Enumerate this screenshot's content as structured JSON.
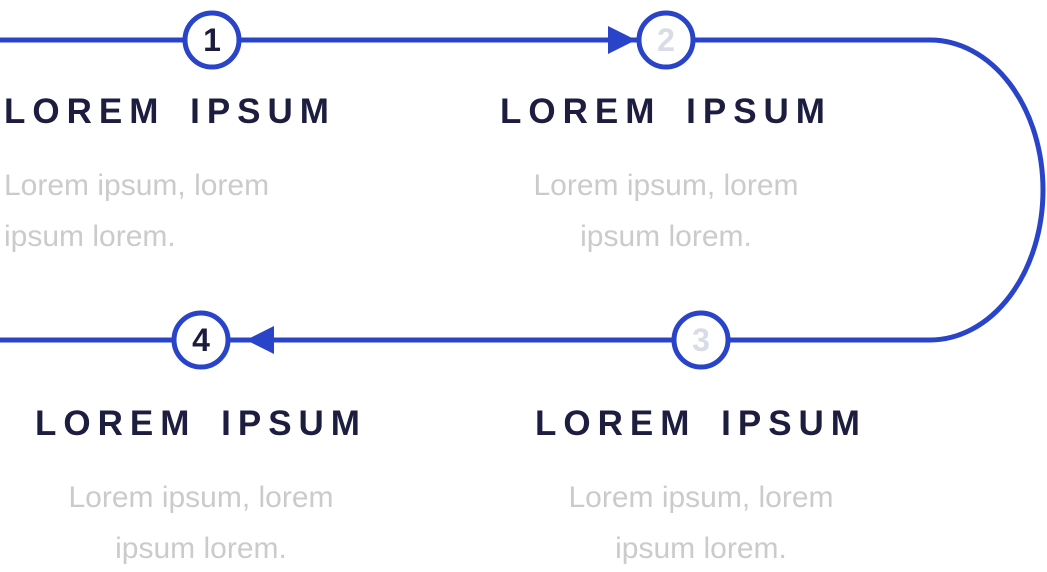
{
  "figure": {
    "type": "process-flow-timeline",
    "shape": "snake-with-right-u-turn",
    "colors": {
      "line": "#2944c9",
      "circle_border": "#2944c9",
      "circle_fill": "#ffffff",
      "heading_text": "#1d1d3f",
      "body_text": "#cbcbcb",
      "number_dark": "#1c1c3e",
      "number_faint": "#d9dce6"
    }
  },
  "steps": [
    {
      "number": "1",
      "number_tone": "dark",
      "title": "LOREM IPSUM",
      "body": [
        "Lorem ipsum, lorem",
        "ipsum lorem."
      ]
    },
    {
      "number": "2",
      "number_tone": "faint",
      "title": "LOREM IPSUM",
      "body": [
        "Lorem ipsum, lorem",
        "ipsum lorem."
      ]
    },
    {
      "number": "3",
      "number_tone": "faint",
      "title": "LOREM IPSUM",
      "body": [
        "Lorem ipsum, lorem",
        "ipsum lorem."
      ]
    },
    {
      "number": "4",
      "number_tone": "dark",
      "title": "LOREM IPSUM",
      "body": [
        "Lorem ipsum, lorem",
        "ipsum lorem."
      ]
    }
  ]
}
